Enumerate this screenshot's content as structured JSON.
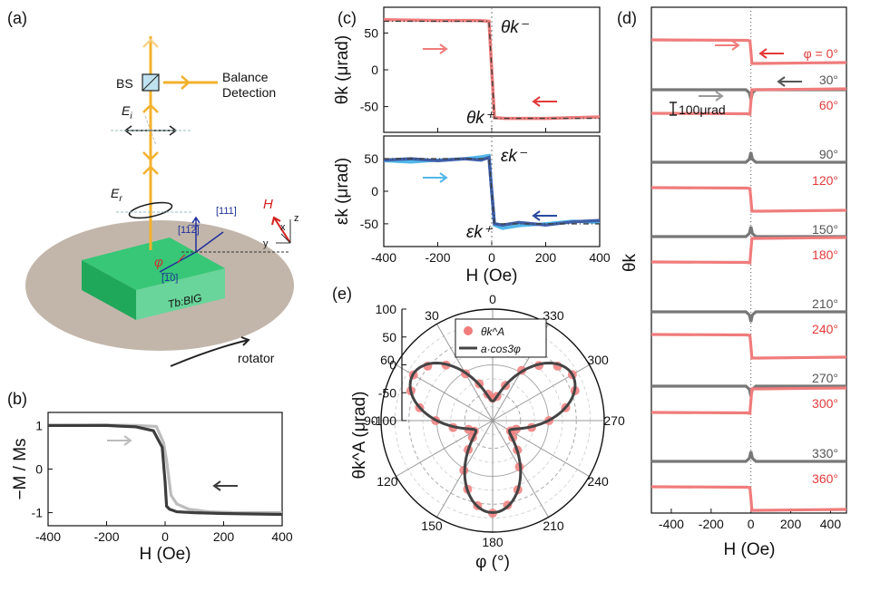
{
  "panel_labels": [
    "(a)",
    "(b)",
    "(c)",
    "(d)",
    "(e)"
  ],
  "schematic": {
    "bs": "BS",
    "detection_line1": "Balance",
    "detection_line2": "Detection",
    "ei": "E",
    "ei_sub": "i",
    "er": "E",
    "er_sub": "r",
    "h": "H",
    "x": "x",
    "y": "y",
    "z": "z",
    "dir111": "[111]",
    "dir112": "[11̅2̅]",
    "dir110": "[̅1̅0]",
    "phi": "φ",
    "sample": "Tb:BIG",
    "rotator": "rotator"
  },
  "colors": {
    "red": "#f07c7c",
    "dark": "#3d3d3d",
    "light": "#bcbcbc",
    "blue": "#3f5fa8",
    "cyan": "#52b8e8",
    "orange": "#f3b12d",
    "green": "#3cc87a",
    "disk": "#c2b6aa"
  },
  "chart_data": [
    {
      "panel": "(b)",
      "type": "line",
      "xlabel": "H (Oe)",
      "ylabel": "−M / Ms",
      "xlim": [
        -400,
        400
      ],
      "ylim": [
        -1.3,
        1.3
      ],
      "xticks": [
        -400,
        -200,
        0,
        200,
        400
      ],
      "yticks": [
        1,
        0,
        -1
      ],
      "series": [
        {
          "color": "#3d3d3d",
          "x": [
            -400,
            -200,
            -100,
            -40,
            -10,
            0,
            5,
            15,
            40,
            100,
            200,
            400
          ],
          "y": [
            1.0,
            1.0,
            0.97,
            0.88,
            0.5,
            -0.3,
            -0.85,
            -0.92,
            -0.98,
            -1.0,
            -1.02,
            -1.04
          ]
        },
        {
          "color": "#bcbcbc",
          "x": [
            -400,
            -200,
            -100,
            -30,
            -5,
            5,
            20,
            40,
            80,
            150,
            250,
            400
          ],
          "y": [
            1.0,
            1.01,
            1.0,
            0.98,
            0.6,
            0.2,
            -0.6,
            -0.8,
            -0.92,
            -0.98,
            -1.0,
            -1.0
          ]
        }
      ]
    },
    {
      "panel": "(c) top",
      "type": "line",
      "xlim": [
        -400,
        400
      ],
      "ylim": [
        -85,
        85
      ],
      "xticks": [
        -400,
        -200,
        0,
        200,
        400
      ],
      "yticks": [
        50,
        0,
        -50
      ],
      "ylabel": "θk (μrad)",
      "annotations": [
        "θk⁻",
        "θk⁺"
      ],
      "series": [
        {
          "color": "#f07c7c",
          "x": [
            -400,
            -200,
            -50,
            -10,
            0,
            10,
            50,
            200,
            400
          ],
          "y": [
            68,
            67,
            67,
            66,
            0,
            -65,
            -66,
            -66,
            -64
          ]
        },
        {
          "color": "#3d3d3d",
          "dashed": true,
          "x": [
            -400,
            -10,
            0,
            10,
            400
          ],
          "y": [
            66,
            66,
            0,
            -66,
            -66
          ]
        }
      ]
    },
    {
      "panel": "(c) bottom",
      "type": "line",
      "xlabel": "H (Oe)",
      "xlim": [
        -400,
        400
      ],
      "ylim": [
        -85,
        85
      ],
      "xticks": [
        -400,
        -200,
        0,
        200,
        400
      ],
      "yticks": [
        50,
        0,
        -50
      ],
      "ylabel": "εk (μrad)",
      "annotations": [
        "εk⁻",
        "εk⁺"
      ],
      "series": [
        {
          "color": "#52b8e8",
          "x": [
            -400,
            -300,
            -200,
            -100,
            -40,
            -10,
            0,
            10,
            40,
            100,
            200,
            300,
            400
          ],
          "y": [
            47,
            45,
            48,
            50,
            53,
            55,
            0,
            -52,
            -57,
            -53,
            -50,
            -46,
            -48
          ]
        },
        {
          "color": "#3f5fa8",
          "x": [
            -400,
            -300,
            -200,
            -100,
            -40,
            -10,
            0,
            10,
            40,
            100,
            200,
            300,
            400
          ],
          "y": [
            48,
            50,
            47,
            50,
            48,
            52,
            0,
            -50,
            -52,
            -48,
            -52,
            -47,
            -45
          ]
        },
        {
          "color": "#3d3d3d",
          "dashed": true,
          "x": [
            -400,
            -10,
            0,
            10,
            400
          ],
          "y": [
            50,
            50,
            0,
            -50,
            -50
          ]
        }
      ]
    },
    {
      "panel": "(d)",
      "type": "line",
      "xlabel": "H (Oe)",
      "ylabel": "θk",
      "xlim": [
        -500,
        480
      ],
      "xticks": [
        -400,
        -200,
        0,
        200,
        400
      ],
      "scale_bar": "100μrad",
      "angles": [
        "φ = 0°",
        "30°",
        "60°",
        "90°",
        "120°",
        "150°",
        "180°",
        "210°",
        "240°",
        "270°",
        "300°",
        "330°",
        "360°"
      ],
      "step_sign": [
        -1,
        0,
        1,
        0,
        -1,
        0,
        1,
        0,
        -1,
        0,
        1,
        0,
        -1
      ]
    },
    {
      "panel": "(e)",
      "type": "scatter",
      "projection": "polar",
      "xlabel": "φ (°)",
      "ylabel": "θk^A (μrad)",
      "rlim": [
        -100,
        100
      ],
      "rticks": [
        100,
        50,
        0,
        -50,
        -100
      ],
      "angle_ticks": [
        "0",
        "30",
        "60",
        "90",
        "120",
        "150",
        "180",
        "210",
        "240",
        "270",
        "300",
        "330"
      ],
      "legend": [
        "θk^A",
        "a·cos3φ"
      ],
      "fit_amplitude": 65,
      "points": {
        "phi": [
          0,
          10,
          20,
          30,
          40,
          50,
          60,
          70,
          80,
          90,
          100,
          110,
          120,
          130,
          140,
          150,
          160,
          170,
          180,
          190,
          200,
          210,
          220,
          230,
          240,
          250,
          260,
          270,
          280,
          290,
          300,
          310,
          320,
          330,
          340,
          350
        ],
        "value": [
          -60,
          -52,
          -30,
          -3,
          30,
          52,
          64,
          56,
          33,
          2,
          -28,
          -54,
          -62,
          -53,
          -32,
          3,
          31,
          55,
          66,
          54,
          32,
          -4,
          -31,
          -53,
          -63,
          -55,
          -29,
          1,
          33,
          57,
          65,
          52,
          29,
          4,
          -33,
          -56
        ]
      }
    }
  ]
}
